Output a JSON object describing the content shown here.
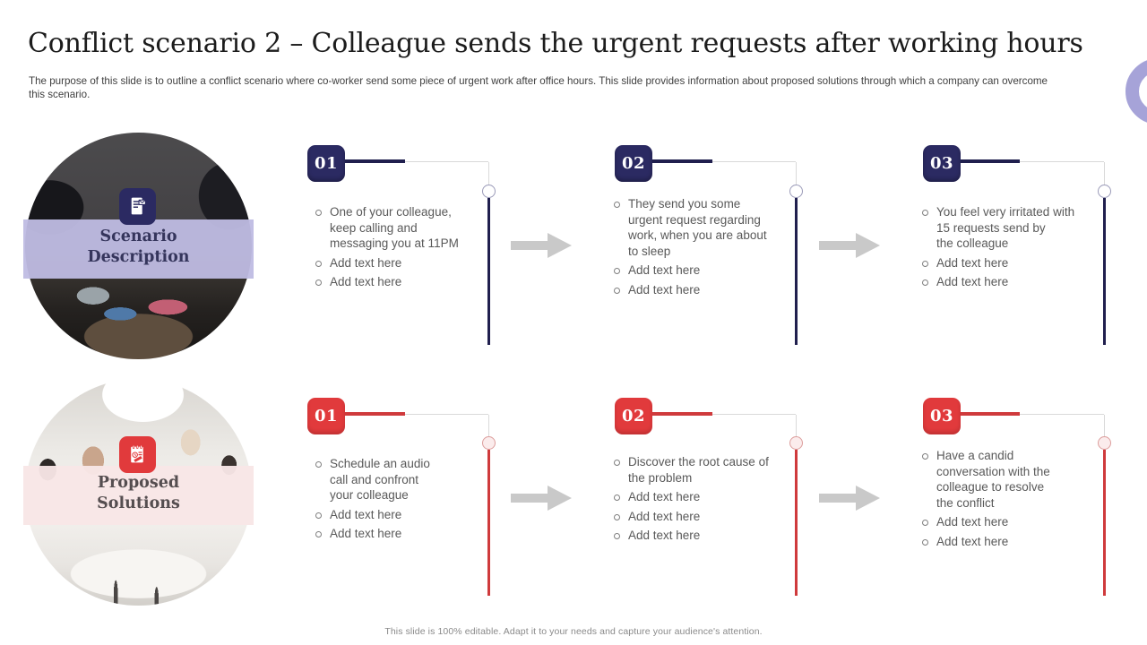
{
  "slide": {
    "title": "Conflict scenario 2 – Colleague sends the urgent requests after working hours",
    "subtitle": "The purpose of this slide is to outline a conflict scenario where co-worker send some piece of urgent work after office hours. This slide provides information about proposed solutions through which a company can overcome\nthis scenario.",
    "footer": "This slide is 100% editable.  Adapt it to your needs and capture your audience's attention."
  },
  "accent_colors": {
    "navy": "#2b2a62",
    "red": "#e13a3c",
    "lavender_banner": "#c0bce2",
    "pink_banner": "#f8e6e6",
    "arrow_gray": "#c9c9c9",
    "ring_purple": "#a6a3d8"
  },
  "rows": [
    {
      "label": "Scenario\nDescription",
      "icon": "document-report-icon",
      "steps": [
        {
          "number": "01",
          "bullets": [
            "One of your colleague,\nkeep calling and\nmessaging you at 11PM",
            "Add text here",
            "Add text here"
          ]
        },
        {
          "number": "02",
          "bullets": [
            "They send you some\nurgent request regarding\nwork, when you are about\nto sleep",
            "Add text here",
            "Add text here"
          ]
        },
        {
          "number": "03",
          "bullets": [
            "You feel very irritated with\n15 requests send by\nthe colleague",
            "Add text here",
            "Add text here"
          ]
        }
      ]
    },
    {
      "label": "Proposed\nSolutions",
      "icon": "notepad-checklist-icon",
      "steps": [
        {
          "number": "01",
          "bullets": [
            "Schedule an audio\ncall and confront\nyour colleague",
            "Add text here",
            "Add text here"
          ]
        },
        {
          "number": "02",
          "bullets": [
            "Discover the root cause of\nthe problem",
            "Add text here",
            "Add text here",
            "Add text here"
          ]
        },
        {
          "number": "03",
          "bullets": [
            "Have a candid\nconversation with the\ncolleague to resolve\nthe conflict",
            "Add text here",
            "Add text here"
          ]
        }
      ]
    }
  ]
}
